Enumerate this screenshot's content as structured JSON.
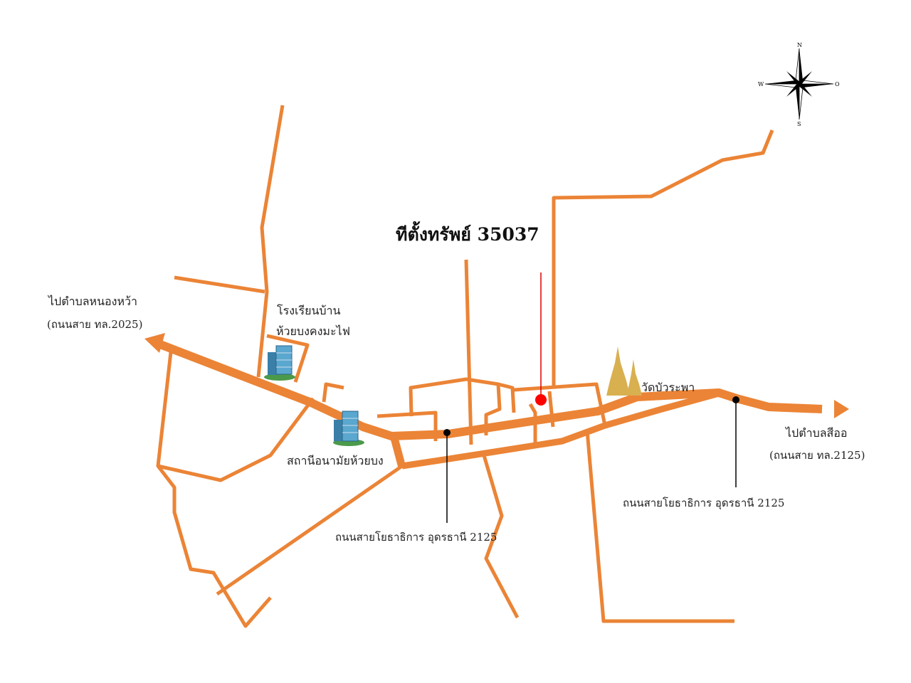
{
  "title": "ทีตั้งทรัพย์  35037",
  "colors": {
    "road": "#EB8436",
    "marker": "#FF0000",
    "pin": "#000000"
  },
  "compass": {
    "n": "N",
    "s": "S",
    "w": "W",
    "e": "O"
  },
  "labels": {
    "to_nong_wa": "ไปตำบลหนองหว้า",
    "to_nong_wa_road": "(ถนนสาย ทล.2025)",
    "school_line1": "โรงเรียนบ้าน",
    "school_line2": "ห้วยบงคงมะไฟ",
    "health_station": "สถานีอนามัยห้วยบง",
    "road_left": "ถนนสายโยธาธิการ อุดรธานี 2125",
    "road_right": "ถนนสายโยธาธิการ อุดรธานี 2125",
    "temple": "วัดบัวระพา",
    "to_si_o": "ไปตำบลสีออ",
    "to_si_o_road": "(ถนนสาย ทล.2125)"
  }
}
